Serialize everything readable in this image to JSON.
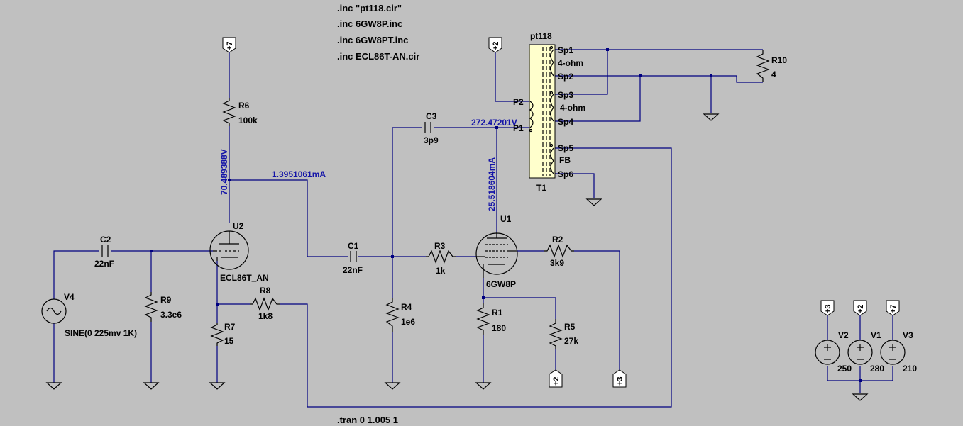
{
  "directives": {
    "inc1": ".inc \"pt118.cir\"",
    "inc2": ".inc 6GW8P.inc",
    "inc3": ".inc 6GW8PT.inc",
    "inc4": ".inc ECL86T-AN.cir",
    "tran": ".tran 0 1.005 1"
  },
  "measurements": {
    "v_u2_plate": "70.489388V",
    "i_r6": "1.3951061mA",
    "v_u1_plate": "272.47201V",
    "i_u1": "25.518604mA"
  },
  "transformer": {
    "model": "pt118",
    "ref": "T1",
    "pins": {
      "sp1": "Sp1",
      "sp2": "Sp2",
      "sp3": "Sp3",
      "sp4": "Sp4",
      "sp5": "Sp5",
      "sp6": "Sp6",
      "p1": "P1",
      "p2": "P2"
    },
    "winding1": "4-ohm",
    "winding2": "4-ohm",
    "winding3": "FB"
  },
  "components": {
    "r10": {
      "ref": "R10",
      "value": "4"
    },
    "r6": {
      "ref": "R6",
      "value": "100k"
    },
    "c3": {
      "ref": "C3",
      "value": "3p9"
    },
    "c2": {
      "ref": "C2",
      "value": "22nF"
    },
    "c1": {
      "ref": "C1",
      "value": "22nF"
    },
    "r3": {
      "ref": "R3",
      "value": "1k"
    },
    "r2": {
      "ref": "R2",
      "value": "3k9"
    },
    "u2": {
      "ref": "U2",
      "value": "ECL86T_AN"
    },
    "u1": {
      "ref": "U1",
      "value": "6GW8P"
    },
    "r9": {
      "ref": "R9",
      "value": "3.3e6"
    },
    "r8": {
      "ref": "R8",
      "value": "1k8"
    },
    "r7": {
      "ref": "R7",
      "value": "15"
    },
    "r4": {
      "ref": "R4",
      "value": "1e6"
    },
    "r1": {
      "ref": "R1",
      "value": "180"
    },
    "r5": {
      "ref": "R5",
      "value": "27k"
    },
    "v4": {
      "ref": "V4",
      "value": "SINE(0 225mv 1K)"
    },
    "v2": {
      "ref": "V2",
      "value": "250"
    },
    "v1": {
      "ref": "V1",
      "value": "280"
    },
    "v3": {
      "ref": "V3",
      "value": "210"
    }
  },
  "net_flags": {
    "u2_supply": "+7",
    "xfmr_supply": "+2",
    "r5_supply": "+2",
    "r2_supply": "+3",
    "v2_net": "+3",
    "v1_net": "+2",
    "v3_net": "+7"
  }
}
